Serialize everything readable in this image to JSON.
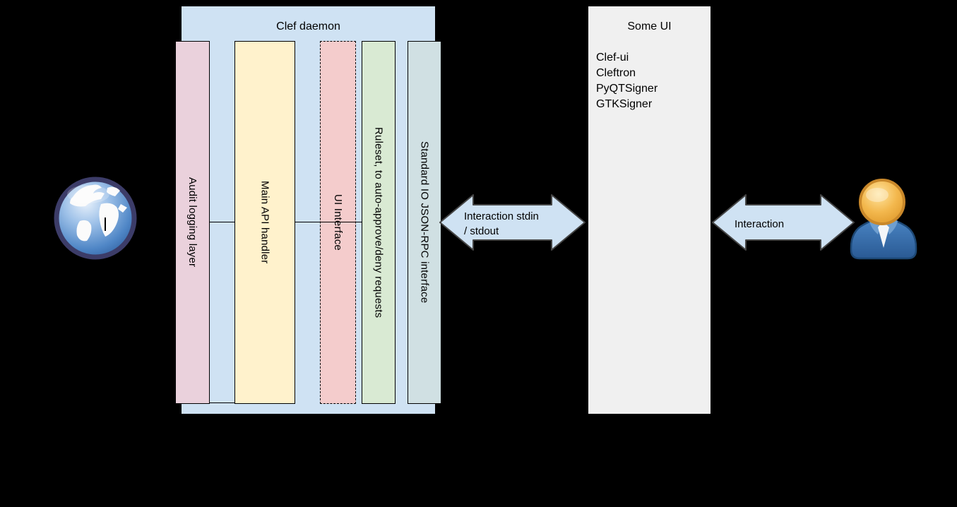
{
  "canvas": {
    "background": "#000000"
  },
  "clef_daemon": {
    "title": "Clef daemon",
    "fill": "#cfe2f3",
    "bars": [
      {
        "id": "audit-logging-layer",
        "label": "Audit logging layer",
        "fill": "#ead1dc",
        "border_style": "solid"
      },
      {
        "id": "main-api-handler",
        "label": "Main API handler",
        "fill": "#fff2cc",
        "border_style": "solid"
      },
      {
        "id": "ui-interface",
        "label": "UI Interface",
        "fill": "#f4cccc",
        "border_style": "dashed"
      },
      {
        "id": "ruleset",
        "label": "Ruleset, to auto-approve/deny requests",
        "fill": "#d9ead3",
        "border_style": "solid"
      },
      {
        "id": "stdio-jsonrpc",
        "label": "Standard IO JSON-RPC interface",
        "fill": "#d0e0e3",
        "border_style": "solid"
      }
    ]
  },
  "some_ui": {
    "title": "Some UI",
    "fill": "#f0f0f0",
    "items": [
      "Clef-ui",
      "Cleftron",
      "PyQTSigner",
      "GTKSigner"
    ]
  },
  "arrows": {
    "stdin_stdout": {
      "line1": "Interaction stdin",
      "line2": "/ stdout",
      "fill": "#cfe2f3",
      "stroke": "#454545"
    },
    "interaction": {
      "label": "Interaction",
      "fill": "#cfe2f3",
      "stroke": "#454545"
    }
  },
  "icons": {
    "left": "globe-icon",
    "right": "user-icon"
  }
}
